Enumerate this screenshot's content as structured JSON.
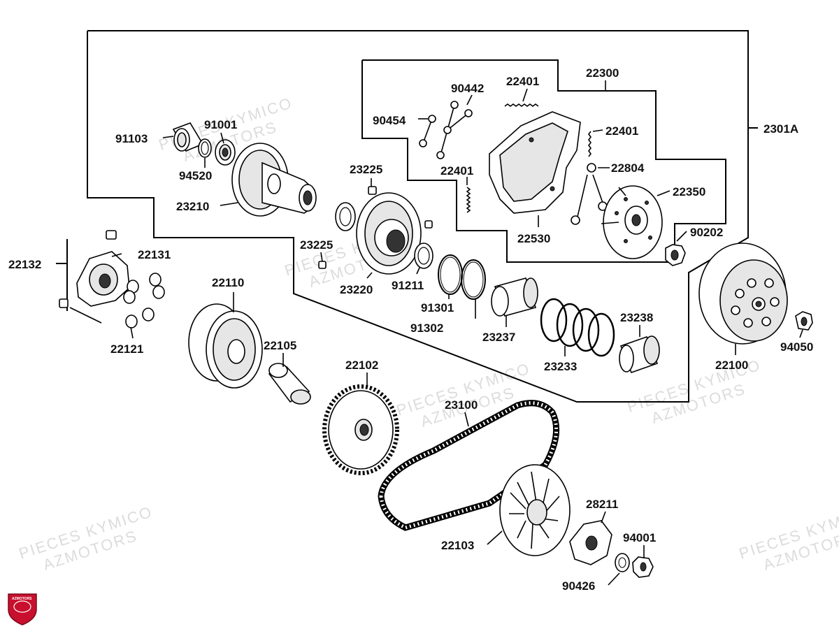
{
  "watermark": {
    "line1": "PIECES KYMICO",
    "line2": "AZMOTORS"
  },
  "logo": {
    "text": "AZMOTORS",
    "color": "#c8102e"
  },
  "parts": [
    {
      "id": "p-22300",
      "code": "22300"
    },
    {
      "id": "p-22401a",
      "code": "22401"
    },
    {
      "id": "p-90442",
      "code": "90442"
    },
    {
      "id": "p-90454",
      "code": "90454"
    },
    {
      "id": "p-22401b",
      "code": "22401"
    },
    {
      "id": "p-2301A",
      "code": "2301A"
    },
    {
      "id": "p-91103",
      "code": "91103"
    },
    {
      "id": "p-91001",
      "code": "91001"
    },
    {
      "id": "p-94520",
      "code": "94520"
    },
    {
      "id": "p-23225a",
      "code": "23225"
    },
    {
      "id": "p-22401c",
      "code": "22401"
    },
    {
      "id": "p-22804",
      "code": "22804"
    },
    {
      "id": "p-22350",
      "code": "22350"
    },
    {
      "id": "p-23210",
      "code": "23210"
    },
    {
      "id": "p-22530",
      "code": "22530"
    },
    {
      "id": "p-90202",
      "code": "90202"
    },
    {
      "id": "p-22132",
      "code": "22132"
    },
    {
      "id": "p-22131",
      "code": "22131"
    },
    {
      "id": "p-23225b",
      "code": "23225"
    },
    {
      "id": "p-22110",
      "code": "22110"
    },
    {
      "id": "p-23220",
      "code": "23220"
    },
    {
      "id": "p-91211",
      "code": "91211"
    },
    {
      "id": "p-91301",
      "code": "91301"
    },
    {
      "id": "p-23238",
      "code": "23238"
    },
    {
      "id": "p-91302",
      "code": "91302"
    },
    {
      "id": "p-23237",
      "code": "23237"
    },
    {
      "id": "p-22121",
      "code": "22121"
    },
    {
      "id": "p-22105",
      "code": "22105"
    },
    {
      "id": "p-22100",
      "code": "22100"
    },
    {
      "id": "p-94050",
      "code": "94050"
    },
    {
      "id": "p-23233",
      "code": "23233"
    },
    {
      "id": "p-22102",
      "code": "22102"
    },
    {
      "id": "p-23100",
      "code": "23100"
    },
    {
      "id": "p-28211",
      "code": "28211"
    },
    {
      "id": "p-94001",
      "code": "94001"
    },
    {
      "id": "p-22103",
      "code": "22103"
    },
    {
      "id": "p-90426",
      "code": "90426"
    }
  ]
}
